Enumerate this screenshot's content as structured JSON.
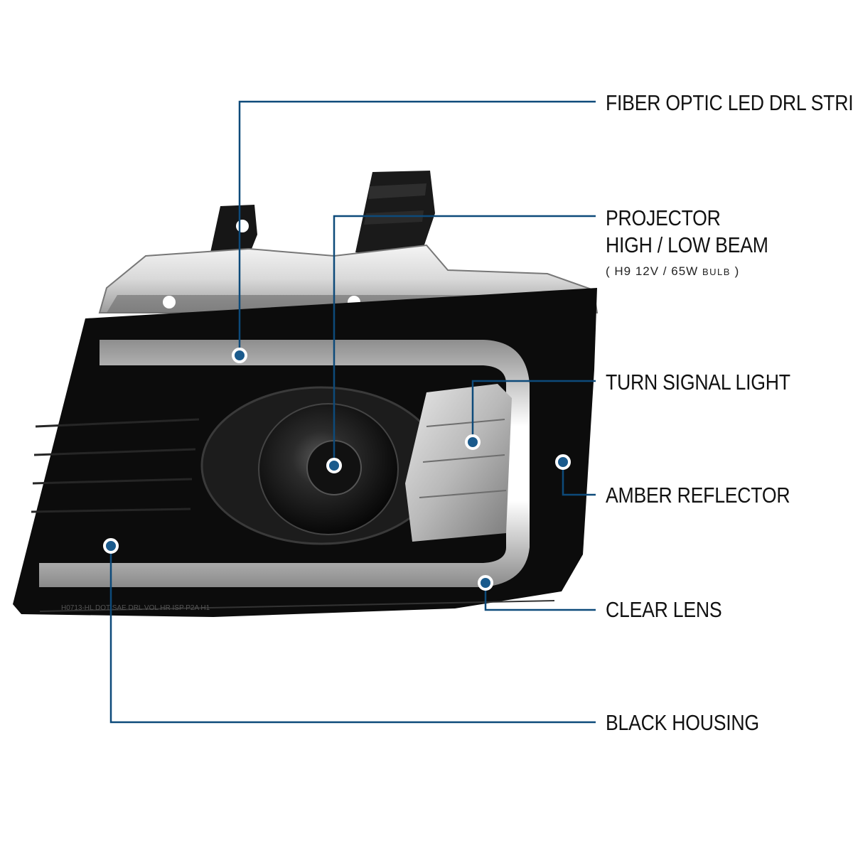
{
  "colors": {
    "callout_line": "#0d4a7a",
    "dot_fill": "#1a5a8c",
    "dot_ring": "#ffffff",
    "housing": "#0c0c0c",
    "label_text": "#111111"
  },
  "callouts": [
    {
      "id": "fiber",
      "label": "FIBER OPTIC LED DRL STRIP"
    },
    {
      "id": "projector",
      "label_line1": "PROJECTOR",
      "label_line2": "HIGH / LOW BEAM",
      "spec_open": "( H9  12V / 65W",
      "spec_bulb": "BULB",
      "spec_close": ")"
    },
    {
      "id": "turn",
      "label": "TURN SIGNAL LIGHT"
    },
    {
      "id": "amber",
      "label": "AMBER REFLECTOR"
    },
    {
      "id": "clear",
      "label": "CLEAR LENS"
    },
    {
      "id": "black",
      "label": "BLACK HOUSING"
    }
  ],
  "lens_markings": "H0713-HL    DOT SAE DRL VOL HR ISP P2A H1"
}
